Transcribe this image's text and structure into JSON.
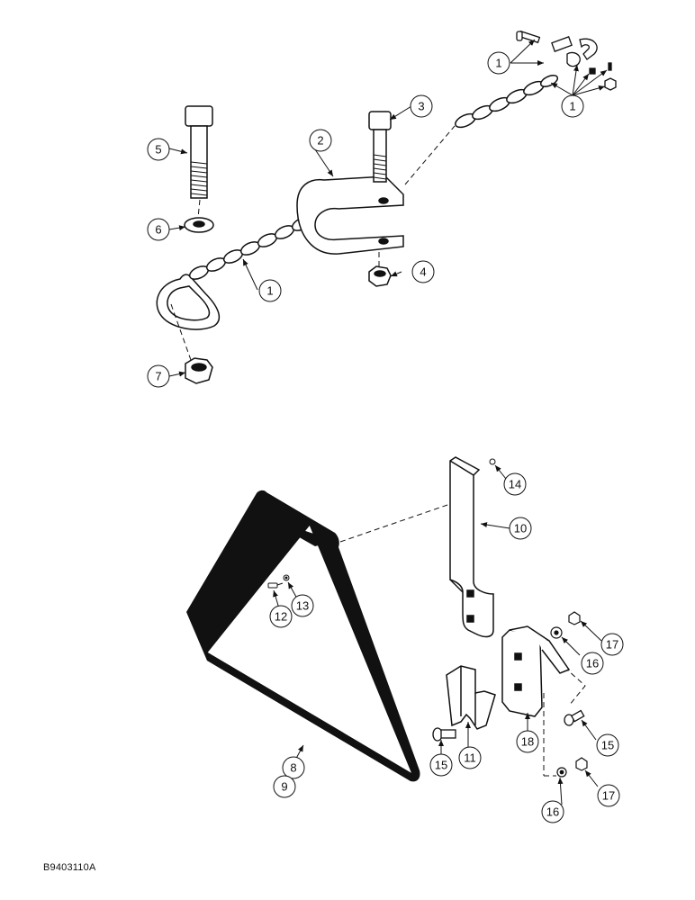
{
  "figure_id": "B9403110A",
  "callouts": [
    "1",
    "1",
    "1",
    "2",
    "3",
    "4",
    "5",
    "6",
    "7",
    "8",
    "9",
    "10",
    "11",
    "12",
    "13",
    "14",
    "15",
    "15",
    "16",
    "16",
    "17",
    "17",
    "18"
  ],
  "colors": {
    "ink": "#111111",
    "paper": "#ffffff"
  }
}
